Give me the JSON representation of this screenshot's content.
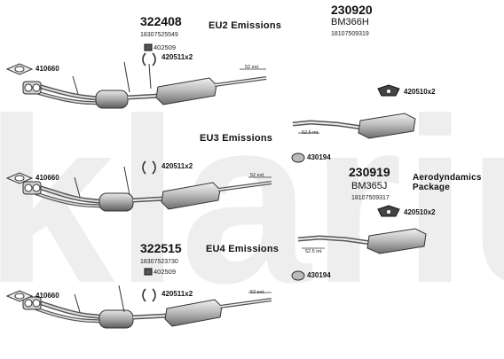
{
  "watermark": {
    "text": "klarius"
  },
  "kit_a": {
    "number": "322408",
    "ean": "18307525549",
    "emission": "EU2 Emissions"
  },
  "kit_b": {
    "number": "230920",
    "model": "BM366H",
    "ean": "18107509319"
  },
  "kit_c": {
    "number": "322515",
    "ean": "18307523730",
    "emission": "EU4 Emissions"
  },
  "kit_d": {
    "number": "230919",
    "model": "BM365J",
    "ean": "18107509317",
    "note_line1": "Aerodyndamics",
    "note_line2": "Package"
  },
  "eu3": {
    "label": "EU3 Emissions"
  },
  "parts": {
    "gasket_1": "410660",
    "gasket_2": "410660",
    "gasket_3": "410660",
    "mount_a": "402509",
    "mount_c": "402509",
    "clamp_1": "420511x2",
    "clamp_2": "420511x2",
    "clamp_3": "420511x2",
    "hanger_b": "420510x2",
    "hanger_d": "420510x2",
    "rubber_b": "430194",
    "rubber_d": "430194"
  },
  "dims": {
    "ext_1": "52 ext.",
    "ext_2": "52 ext.",
    "ext_3": "52 ext.",
    "int_b": "52.5 int.",
    "int_d": "52.5 int."
  }
}
